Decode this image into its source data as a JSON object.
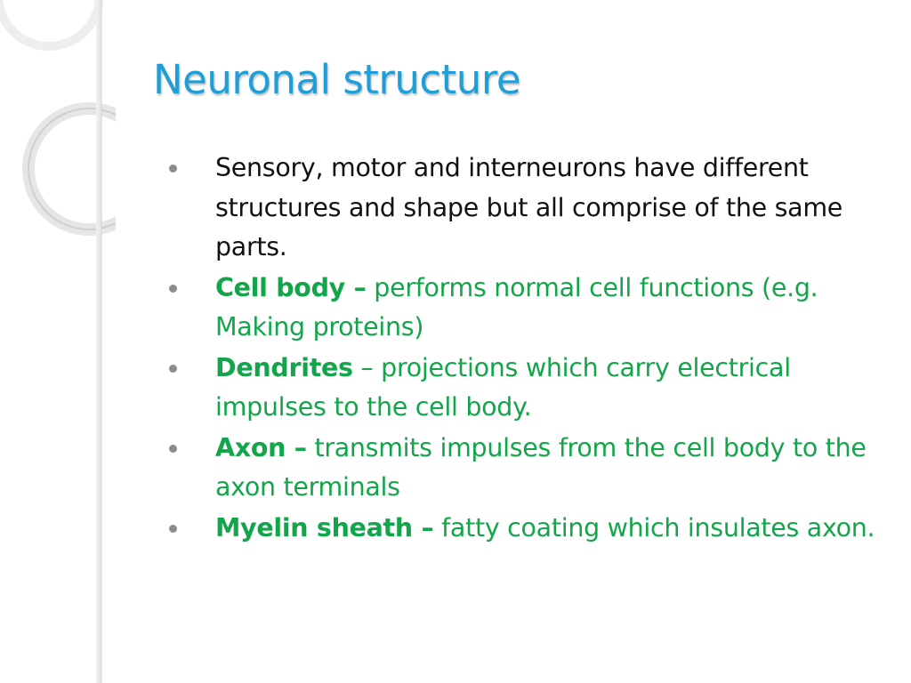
{
  "slide": {
    "title": "Neuronal structure",
    "bullets": [
      {
        "term": "",
        "text": "Sensory, motor and interneurons have different structures and shape but all comprise of the same parts."
      },
      {
        "term": "Cell body –",
        "text": " performs normal cell functions (e.g. Making proteins)"
      },
      {
        "term": "Dendrites",
        "text": " – projections which carry electrical impulses to the cell body."
      },
      {
        "term": "Axon –",
        "text": " transmits impulses from the cell body to the axon terminals"
      },
      {
        "term": "Myelin sheath –",
        "text": " fatty coating which insulates axon."
      }
    ]
  },
  "colors": {
    "title": "#1e9fd8",
    "body_text": "#111111",
    "highlight_text": "#13a54a",
    "bullet": "#8c8c8c",
    "decor_ring": "#d9d9d9"
  }
}
